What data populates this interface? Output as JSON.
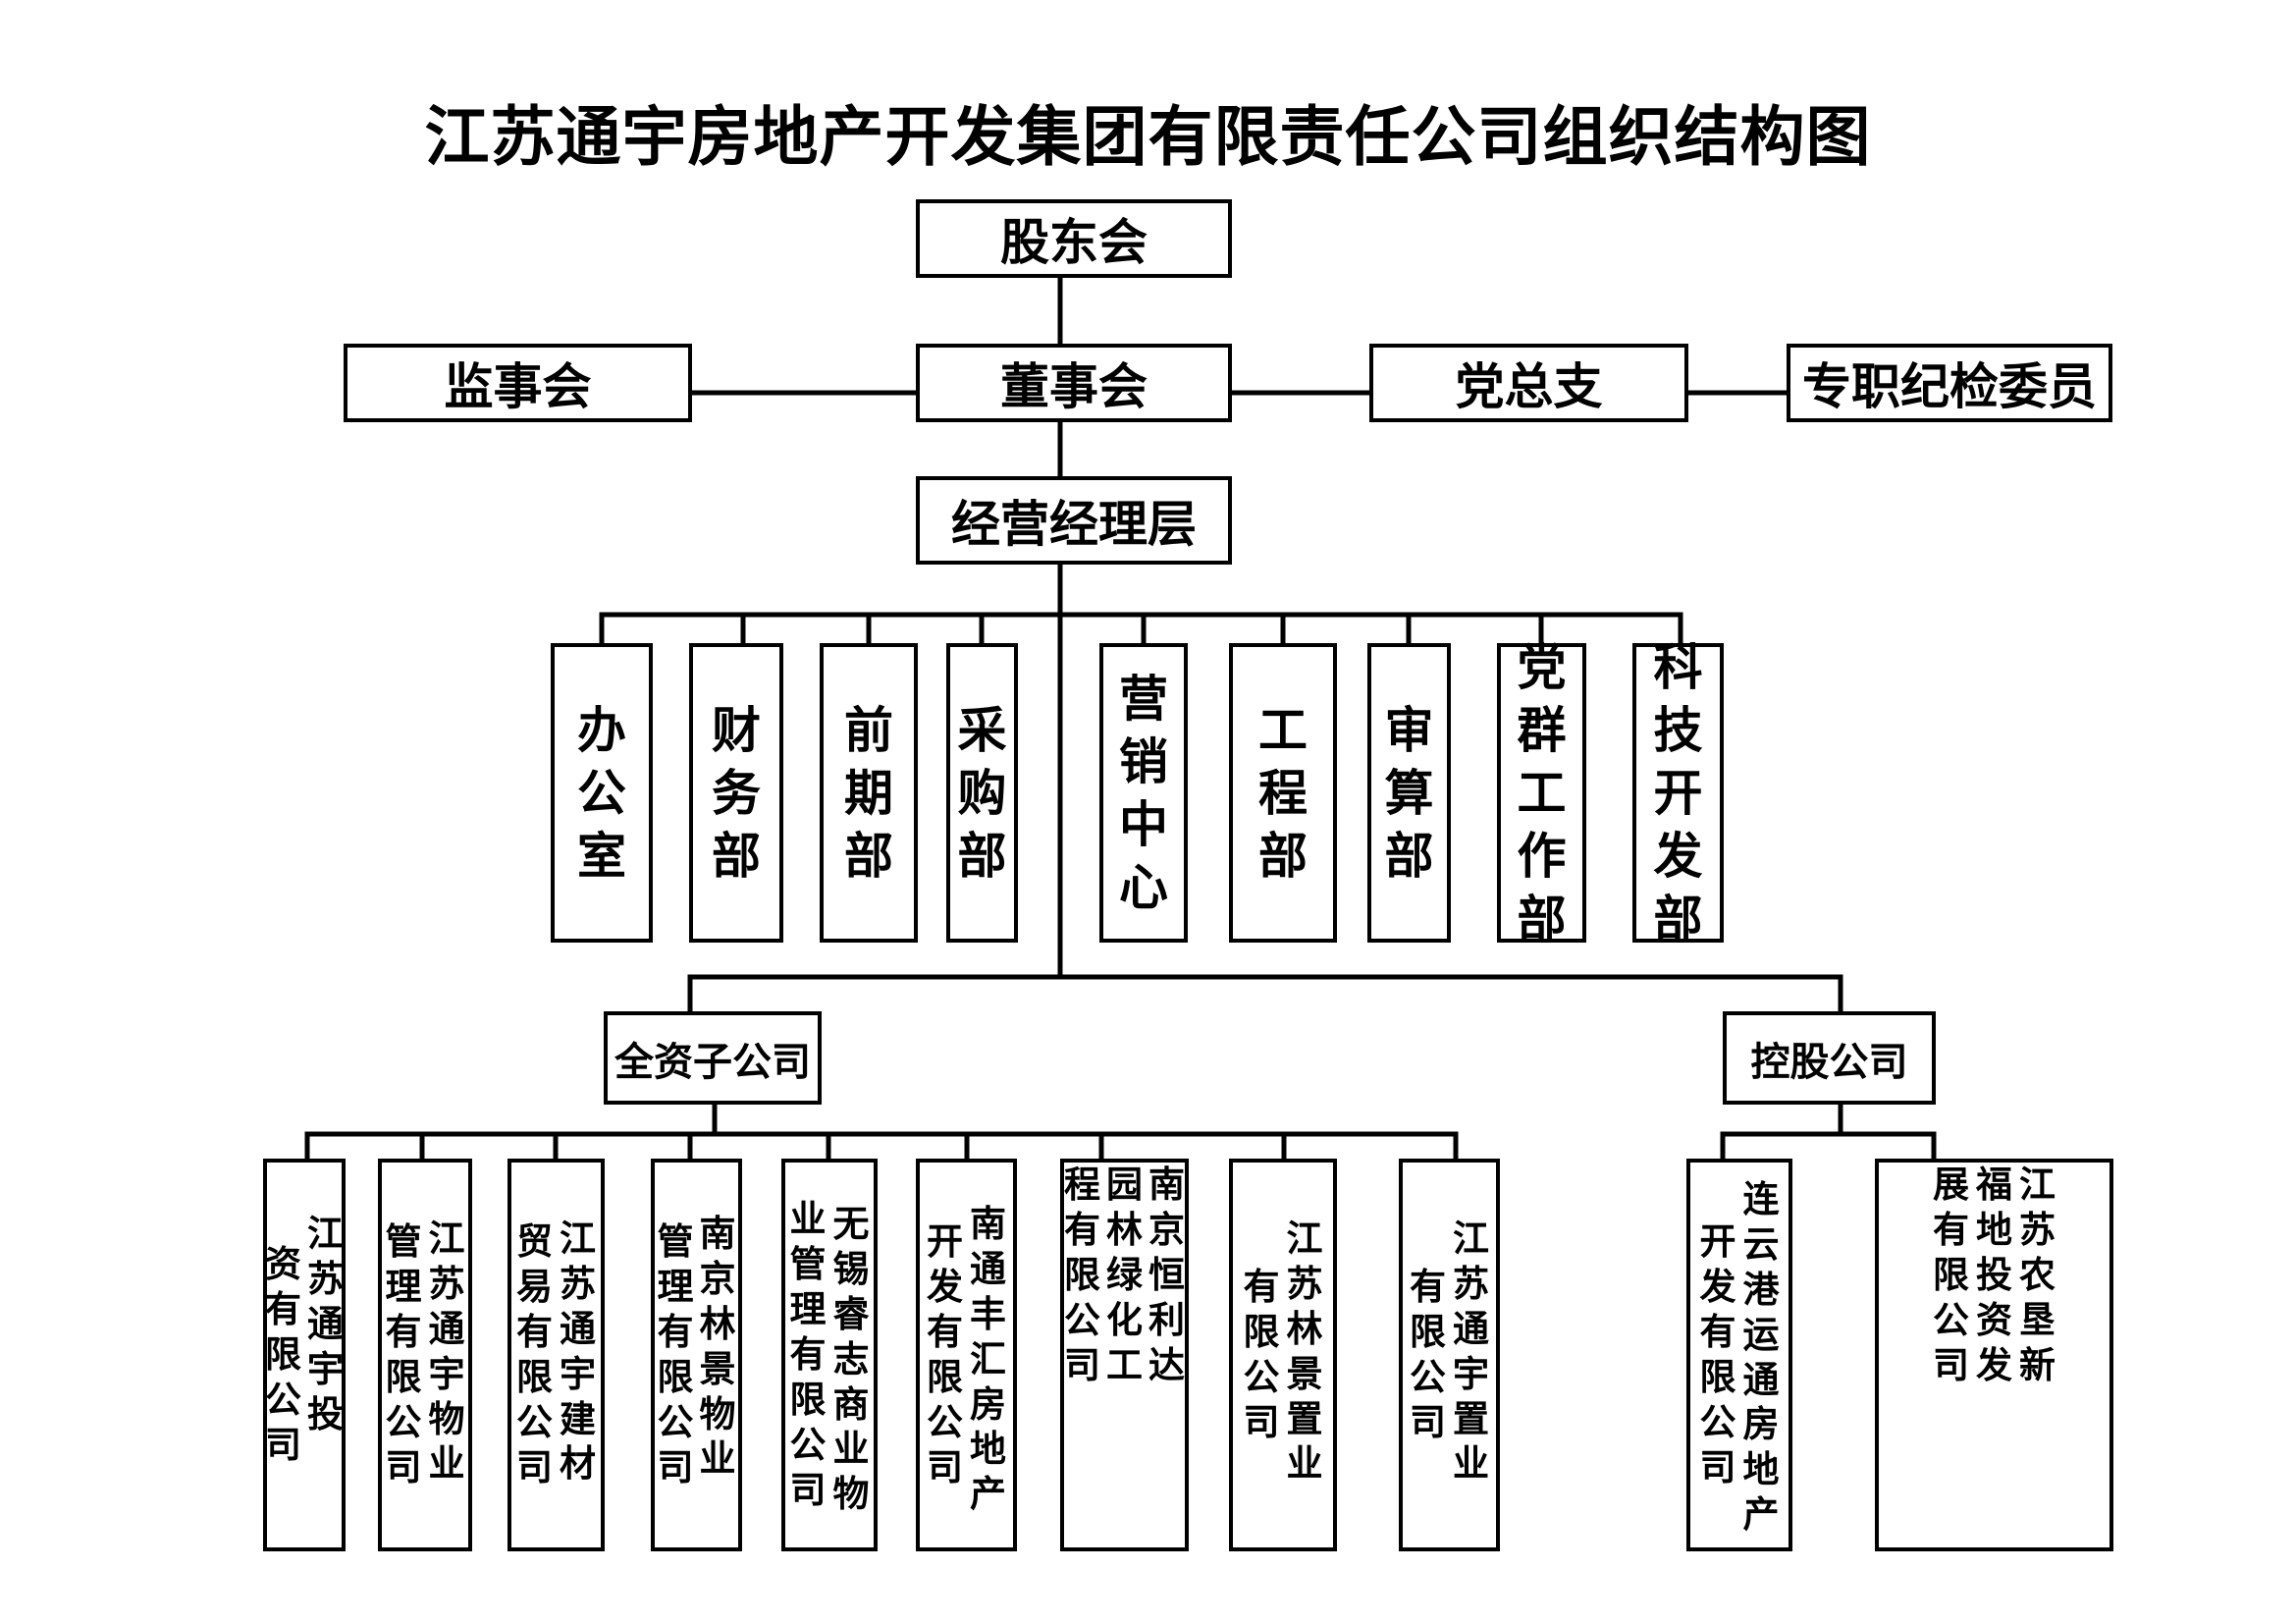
{
  "title": "江苏通宇房地产开发集团有限责任公司组织结构图",
  "top": {
    "shareholders": "股东会",
    "board": "董事会",
    "supervisors": "监事会",
    "party_branch": "党总支",
    "discipline": "专职纪检委员",
    "management": "经营经理层"
  },
  "departments": [
    "办公室",
    "财务部",
    "前期部",
    "采购部",
    "营销中心",
    "工程部",
    "审算部",
    "党群工作部",
    "科技开发部"
  ],
  "groups": {
    "wholly_owned": "全资子公司",
    "holding": "控股公司"
  },
  "wholly_owned_companies": [
    {
      "right": "江苏通宇投",
      "left": "资有限公司"
    },
    {
      "right": "江苏通宇物业",
      "left": "管理有限公司"
    },
    {
      "right": "江苏通宇建材",
      "left": "贸易有限公司"
    },
    {
      "right": "南京林景物业",
      "left": "管理有限公司"
    },
    {
      "right": "无锡睿志商业物",
      "left": "业管理有限公司"
    },
    {
      "right": "南通丰汇房地产",
      "left": "开发有限公司"
    },
    {
      "right": "南京恒利达",
      "left": "园林绿化工",
      "third": "程有限公司"
    },
    {
      "right": "江苏林景置业",
      "left": "有限公司"
    },
    {
      "right": "江苏通宇置业",
      "left": "有限公司"
    }
  ],
  "holding_companies": [
    {
      "right": "连云港运通房地产",
      "left": "开发有限公司"
    },
    {
      "right": "江苏农垦新",
      "left": "福地投资发",
      "third": "展有限公司"
    }
  ]
}
